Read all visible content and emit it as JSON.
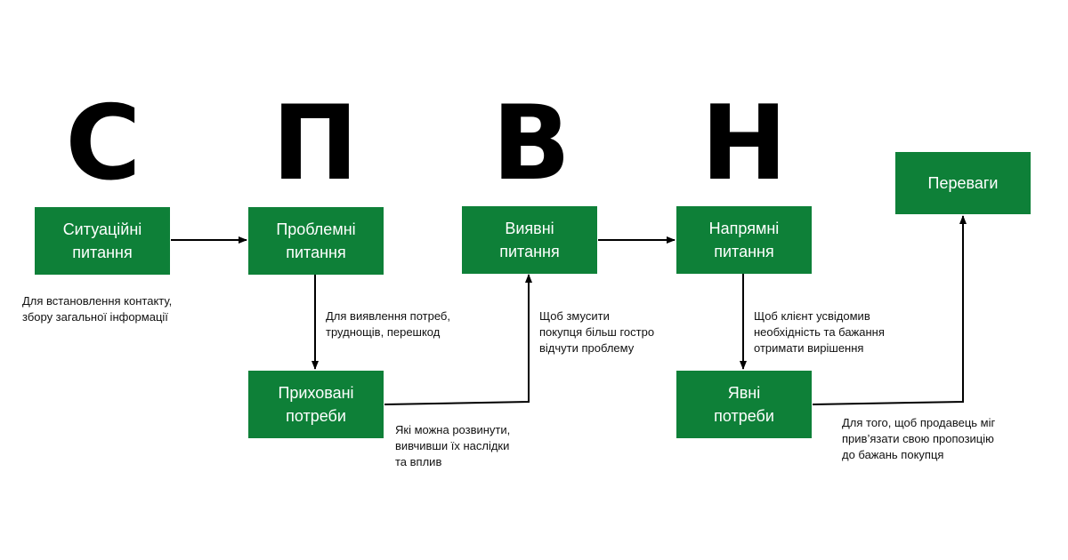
{
  "letters": {
    "s": "С",
    "p": "П",
    "v": "В",
    "n": "Н"
  },
  "colors": {
    "box_fill": "#0e8038",
    "box_text": "#ffffff",
    "arrow": "#000000"
  },
  "boxes": {
    "situational": "Ситуаційні\nпитання",
    "problem": "Проблемні\nпитання",
    "implication": "Виявні\nпитання",
    "need_payoff": "Напрямні\nпитання",
    "implied_needs": "Приховані\nпотреби",
    "explicit_needs": "Явні\nпотреби",
    "benefits": "Переваги"
  },
  "notes": {
    "situational": "Для встановлення контакту,\nзбору загальної інформації",
    "problem": "Для виявлення потреб,\nтруднощів, перешкод",
    "implied_needs": "Які можна розвинути,\nвивчивши їх наслідки\nта вплив",
    "implication": "Щоб змусити\nпокупця більш гостро\nвідчути проблему",
    "need_payoff": "Щоб клієнт усвідомив\nнеобхідність та бажання\nотримати вирішення",
    "explicit_needs": "Для того, щоб продавець міг\nприв’язати свою пропозицію\nдо бажань покупця"
  }
}
